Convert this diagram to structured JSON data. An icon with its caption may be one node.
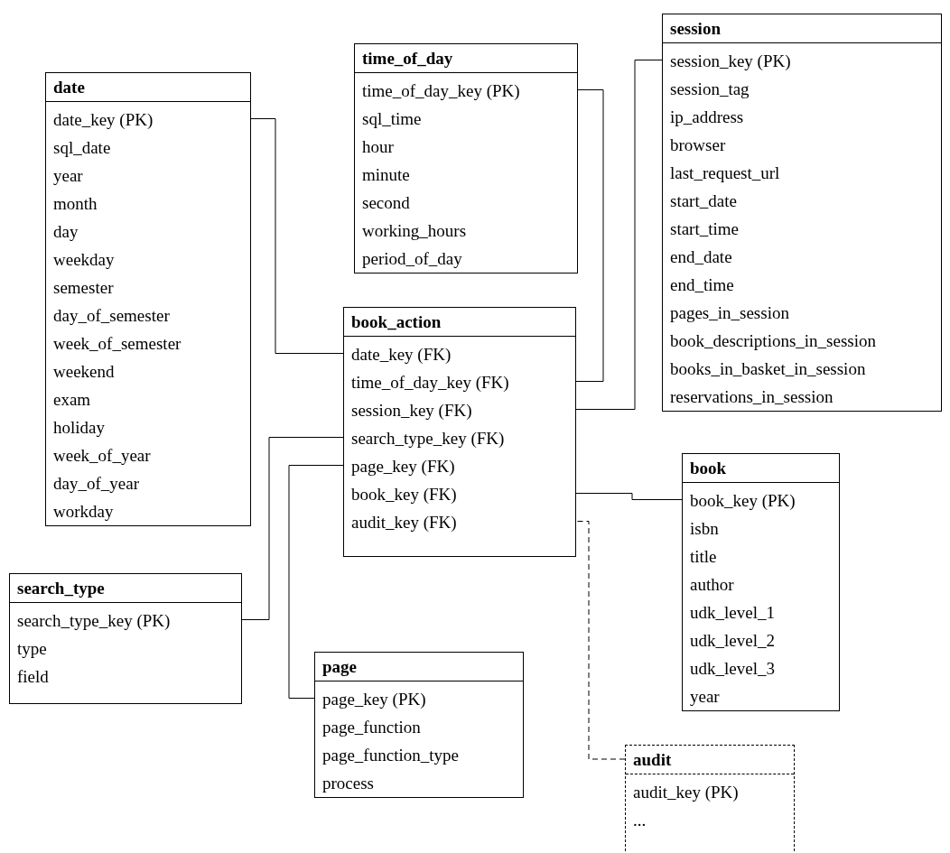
{
  "diagram": {
    "nodes": [
      {
        "text": [
          "date",
          "date_key (PK)",
          "sql_date",
          "year",
          "month",
          "day",
          "weekday",
          "semester",
          "day_of_semester",
          "week_of_semester",
          "weekend",
          "exam",
          "holiday",
          "week_of_year",
          "day_of_year",
          "workday"
        ]
      },
      {
        "text": [
          "time_of_day",
          "time_of_day_key (PK)",
          "sql_time",
          "hour",
          "minute",
          "second",
          "working_hours",
          "period_of_day"
        ]
      },
      {
        "text": [
          "session",
          "session_key (PK)",
          "session_tag",
          "ip_address",
          "browser",
          "last_request_url",
          "start_date",
          "start_time",
          "end_date",
          "end_time",
          "pages_in_session",
          "book_descriptions_in_session",
          "books_in_basket_in_session",
          "reservations_in_session"
        ]
      },
      {
        "text": [
          "book_action",
          "date_key (FK)",
          "time_of_day_key (FK)",
          "session_key (FK)",
          "search_type_key (FK)",
          "page_key (FK)",
          "book_key (FK)",
          "audit_key (FK)"
        ]
      },
      {
        "text": [
          "search_type",
          "search_type_key (PK)",
          "type",
          "field"
        ]
      },
      {
        "text": [
          "book",
          "book_key (PK)",
          "isbn",
          "title",
          "author",
          "udk_level_1",
          "udk_level_2",
          "udk_level_3",
          "year"
        ]
      },
      {
        "text": [
          "page",
          "page_key (PK)",
          "page_function",
          "page_function_type",
          "process"
        ]
      },
      {
        "text": [
          "audit",
          "audit_key (PK)",
          "..."
        ]
      }
    ],
    "edges": [
      {
        "from": 0,
        "to": 3,
        "arrow": "none"
      },
      {
        "from": 1,
        "to": 3,
        "arrow": "none"
      },
      {
        "from": 2,
        "to": 3,
        "arrow": "none"
      },
      {
        "from": 4,
        "to": 3,
        "arrow": "none"
      },
      {
        "from": 6,
        "to": 3,
        "arrow": "none"
      },
      {
        "from": 5,
        "to": 3,
        "arrow": "none"
      },
      {
        "from": 7,
        "to": 3,
        "arrow": "none",
        "style": "dashed"
      }
    ]
  }
}
